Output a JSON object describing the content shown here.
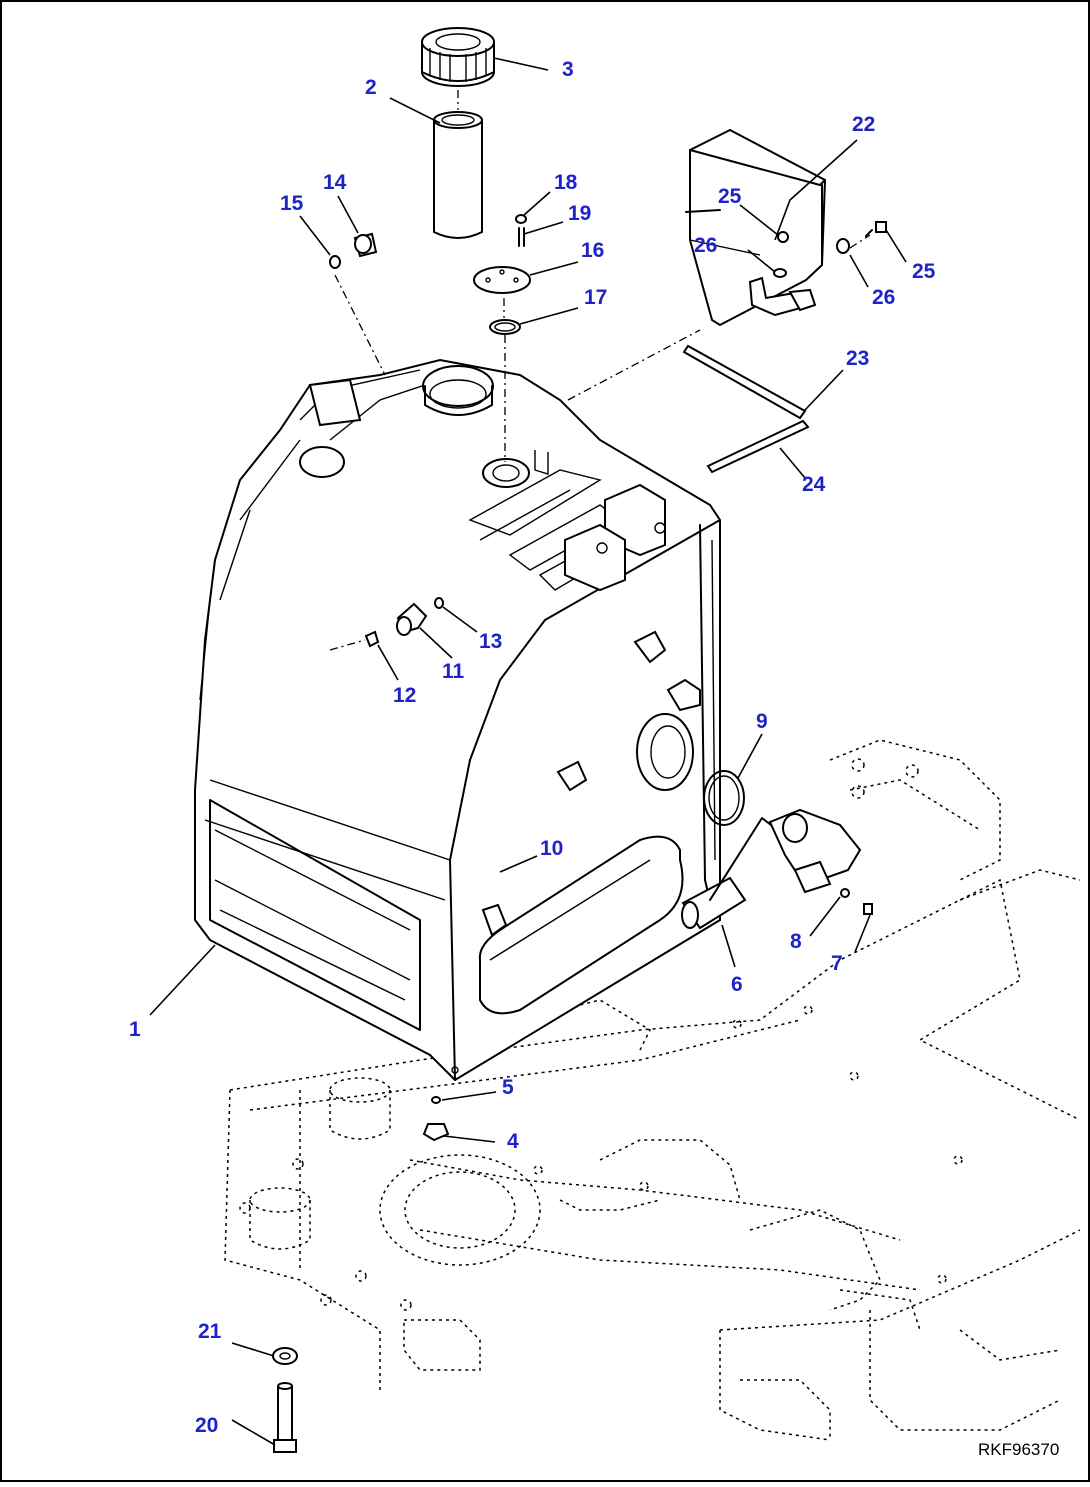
{
  "drawing_code": "RKF96370",
  "colors": {
    "callout": "#1e23c8",
    "line": "#000000",
    "background": "#ffffff"
  },
  "callouts": {
    "c1": "1",
    "c2": "2",
    "c3": "3",
    "c4": "4",
    "c5": "5",
    "c6": "6",
    "c7": "7",
    "c8": "8",
    "c9": "9",
    "c10": "10",
    "c11": "11",
    "c12": "12",
    "c13": "13",
    "c14": "14",
    "c15": "15",
    "c16": "16",
    "c17": "17",
    "c18": "18",
    "c19": "19",
    "c20": "20",
    "c21": "21",
    "c22": "22",
    "c23": "23",
    "c24": "24",
    "c25a": "25",
    "c25b": "25",
    "c26a": "26",
    "c26b": "26"
  }
}
